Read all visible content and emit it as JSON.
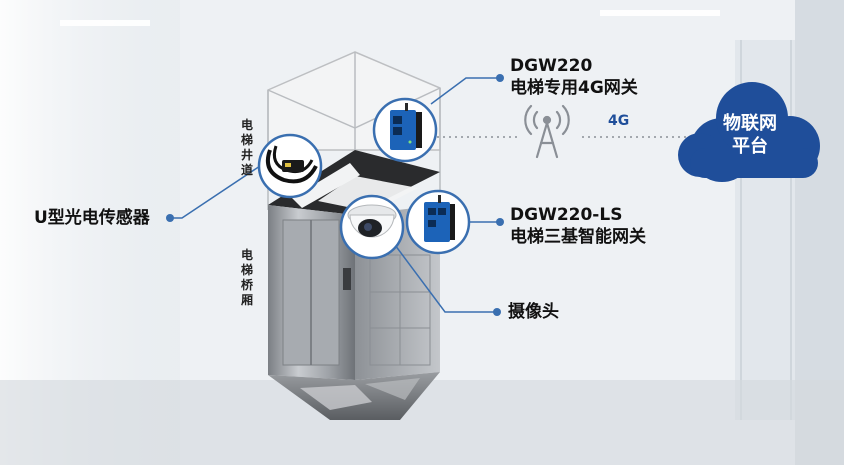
{
  "labels": {
    "gateway_4g_model": "DGW220",
    "gateway_4g_desc": "电梯专用4G网关",
    "gateway_ls_model": "DGW220-LS",
    "gateway_ls_desc": "电梯三基智能网关",
    "sensor": "U型光电传感器",
    "camera": "摄像头",
    "shaft": "电梯井道",
    "car": "电梯桥厢",
    "signal": "4G",
    "cloud_line1": "物联网",
    "cloud_line2": "平台"
  },
  "colors": {
    "callout_blue": "#3a6fb0",
    "cloud_blue": "#1f4e9a",
    "signal_gray": "#8a8f96",
    "device_blue": "#1c63b8"
  },
  "icons": {
    "antenna": "antenna-tower-icon",
    "cloud": "cloud-icon",
    "gateway": "industrial-gateway-icon",
    "camera": "dome-camera-icon",
    "sensor": "u-shaped-photoelectric-sensor-icon"
  }
}
